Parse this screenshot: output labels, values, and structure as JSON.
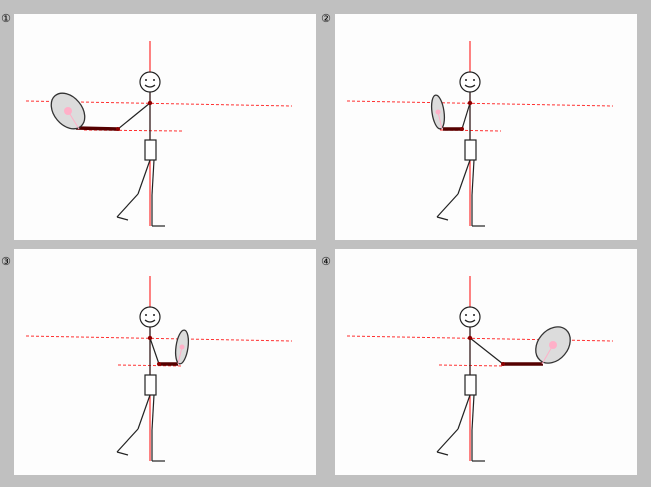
{
  "panels": [
    {
      "label": "①",
      "racket_position": "left-extended"
    },
    {
      "label": "②",
      "racket_position": "left-near"
    },
    {
      "label": "③",
      "racket_position": "right-near"
    },
    {
      "label": "④",
      "racket_position": "right-extended"
    }
  ],
  "colors": {
    "background": "#c0c0c0",
    "panel": "#fdfdfd",
    "center_line": "#ff3030",
    "guide_line": "#ff3030",
    "figure": "#222222",
    "racket_face": "#dcdcdc",
    "sweet_spot": "#ffb0c8",
    "joint": "#8b0000",
    "grip": "#550000"
  },
  "icons": [
    "stick-figure-icon",
    "tennis-racket-icon"
  ]
}
